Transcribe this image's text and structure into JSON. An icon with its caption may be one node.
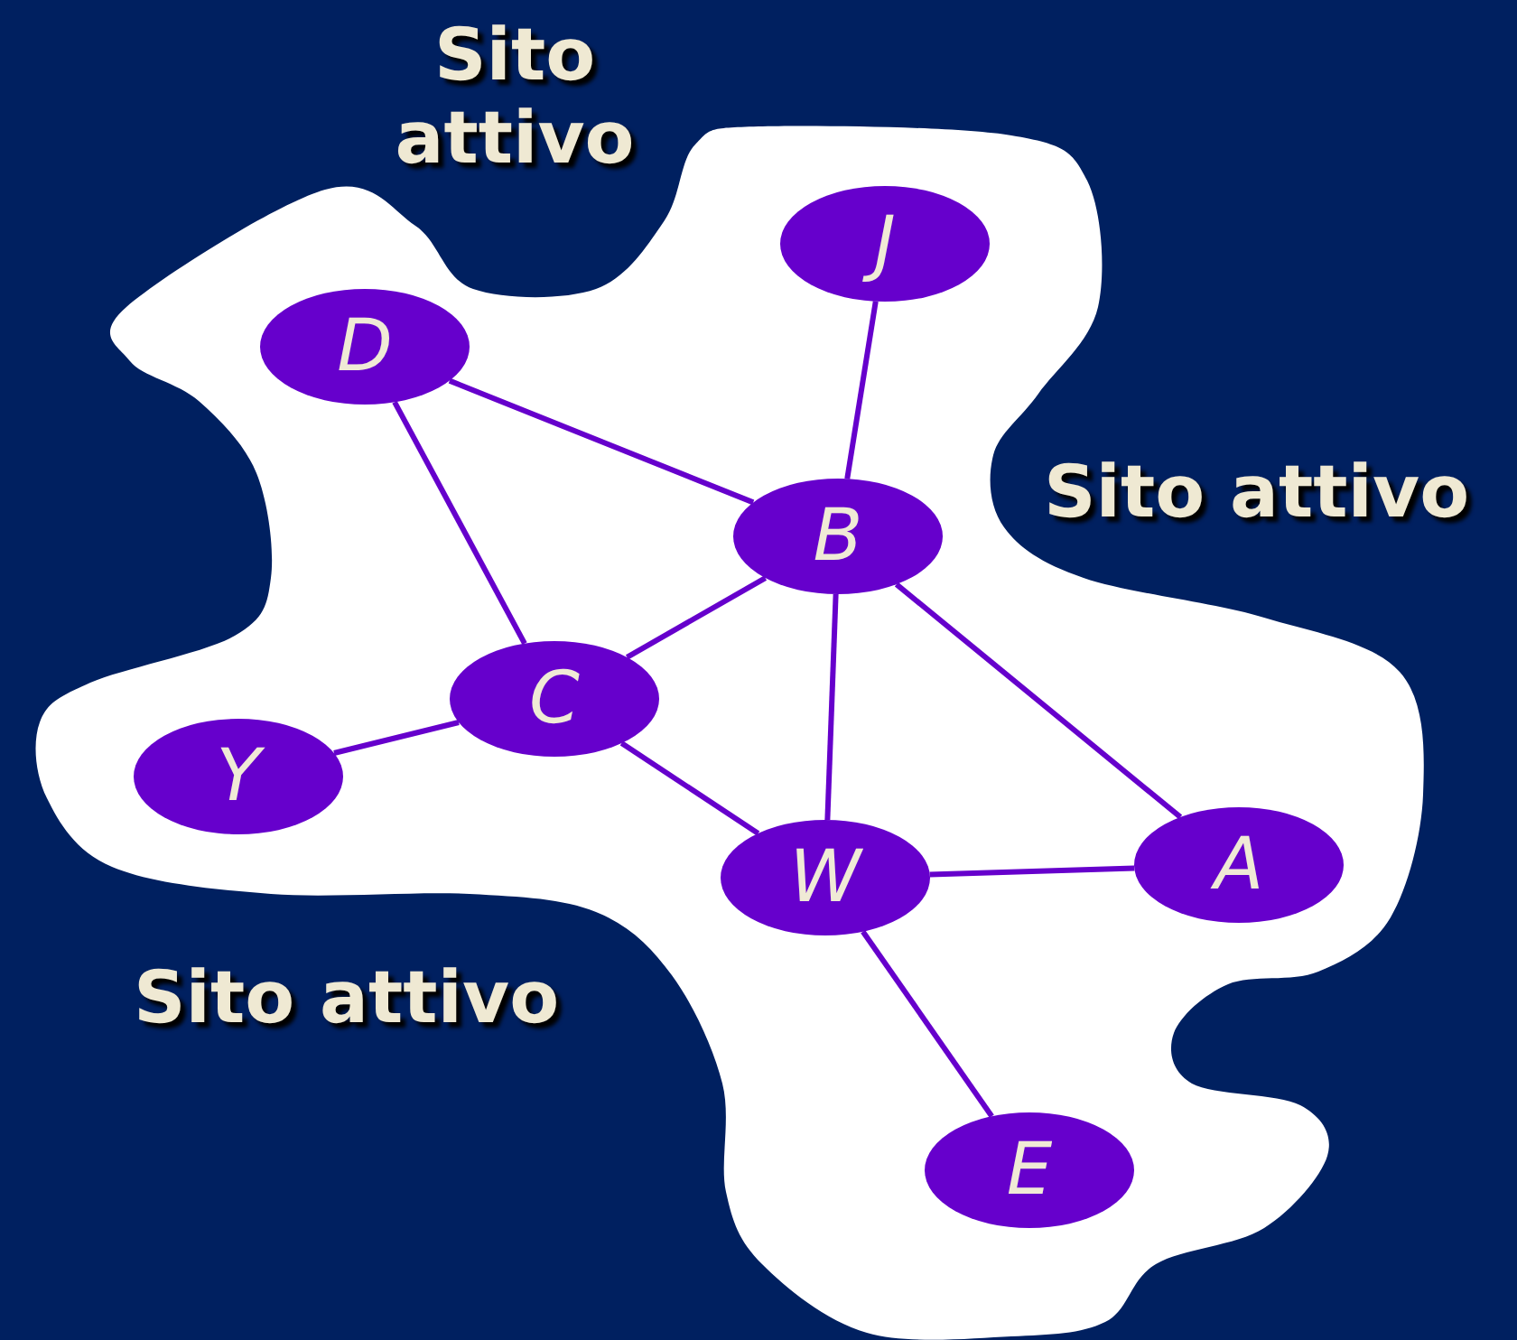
{
  "diagram": {
    "nodes": [
      {
        "text": [],
        "shape": "cloud"
      },
      {
        "text": [
          "J"
        ],
        "in": 0
      },
      {
        "text": [
          "D"
        ],
        "in": 0
      },
      {
        "text": [
          "B"
        ],
        "in": 0
      },
      {
        "text": [
          "C"
        ],
        "in": 0
      },
      {
        "text": [
          "Y"
        ],
        "in": 0
      },
      {
        "text": [
          "W"
        ],
        "in": 0
      },
      {
        "text": [
          "A"
        ],
        "in": 0
      },
      {
        "text": [
          "E"
        ],
        "in": 0
      }
    ],
    "edges": [
      {
        "from": 1,
        "to": 3,
        "arrow": "none"
      },
      {
        "from": 2,
        "to": 3,
        "arrow": "none"
      },
      {
        "from": 2,
        "to": 4,
        "arrow": "none"
      },
      {
        "from": 3,
        "to": 4,
        "arrow": "none"
      },
      {
        "from": 3,
        "to": 6,
        "arrow": "none"
      },
      {
        "from": 3,
        "to": 7,
        "arrow": "none"
      },
      {
        "from": 4,
        "to": 5,
        "arrow": "none"
      },
      {
        "from": 4,
        "to": 6,
        "arrow": "none"
      },
      {
        "from": 6,
        "to": 7,
        "arrow": "none"
      },
      {
        "from": 6,
        "to": 8,
        "arrow": "none"
      }
    ],
    "labels": [
      "Sito attivo",
      "Sito attivo",
      "Sito attivo"
    ]
  }
}
